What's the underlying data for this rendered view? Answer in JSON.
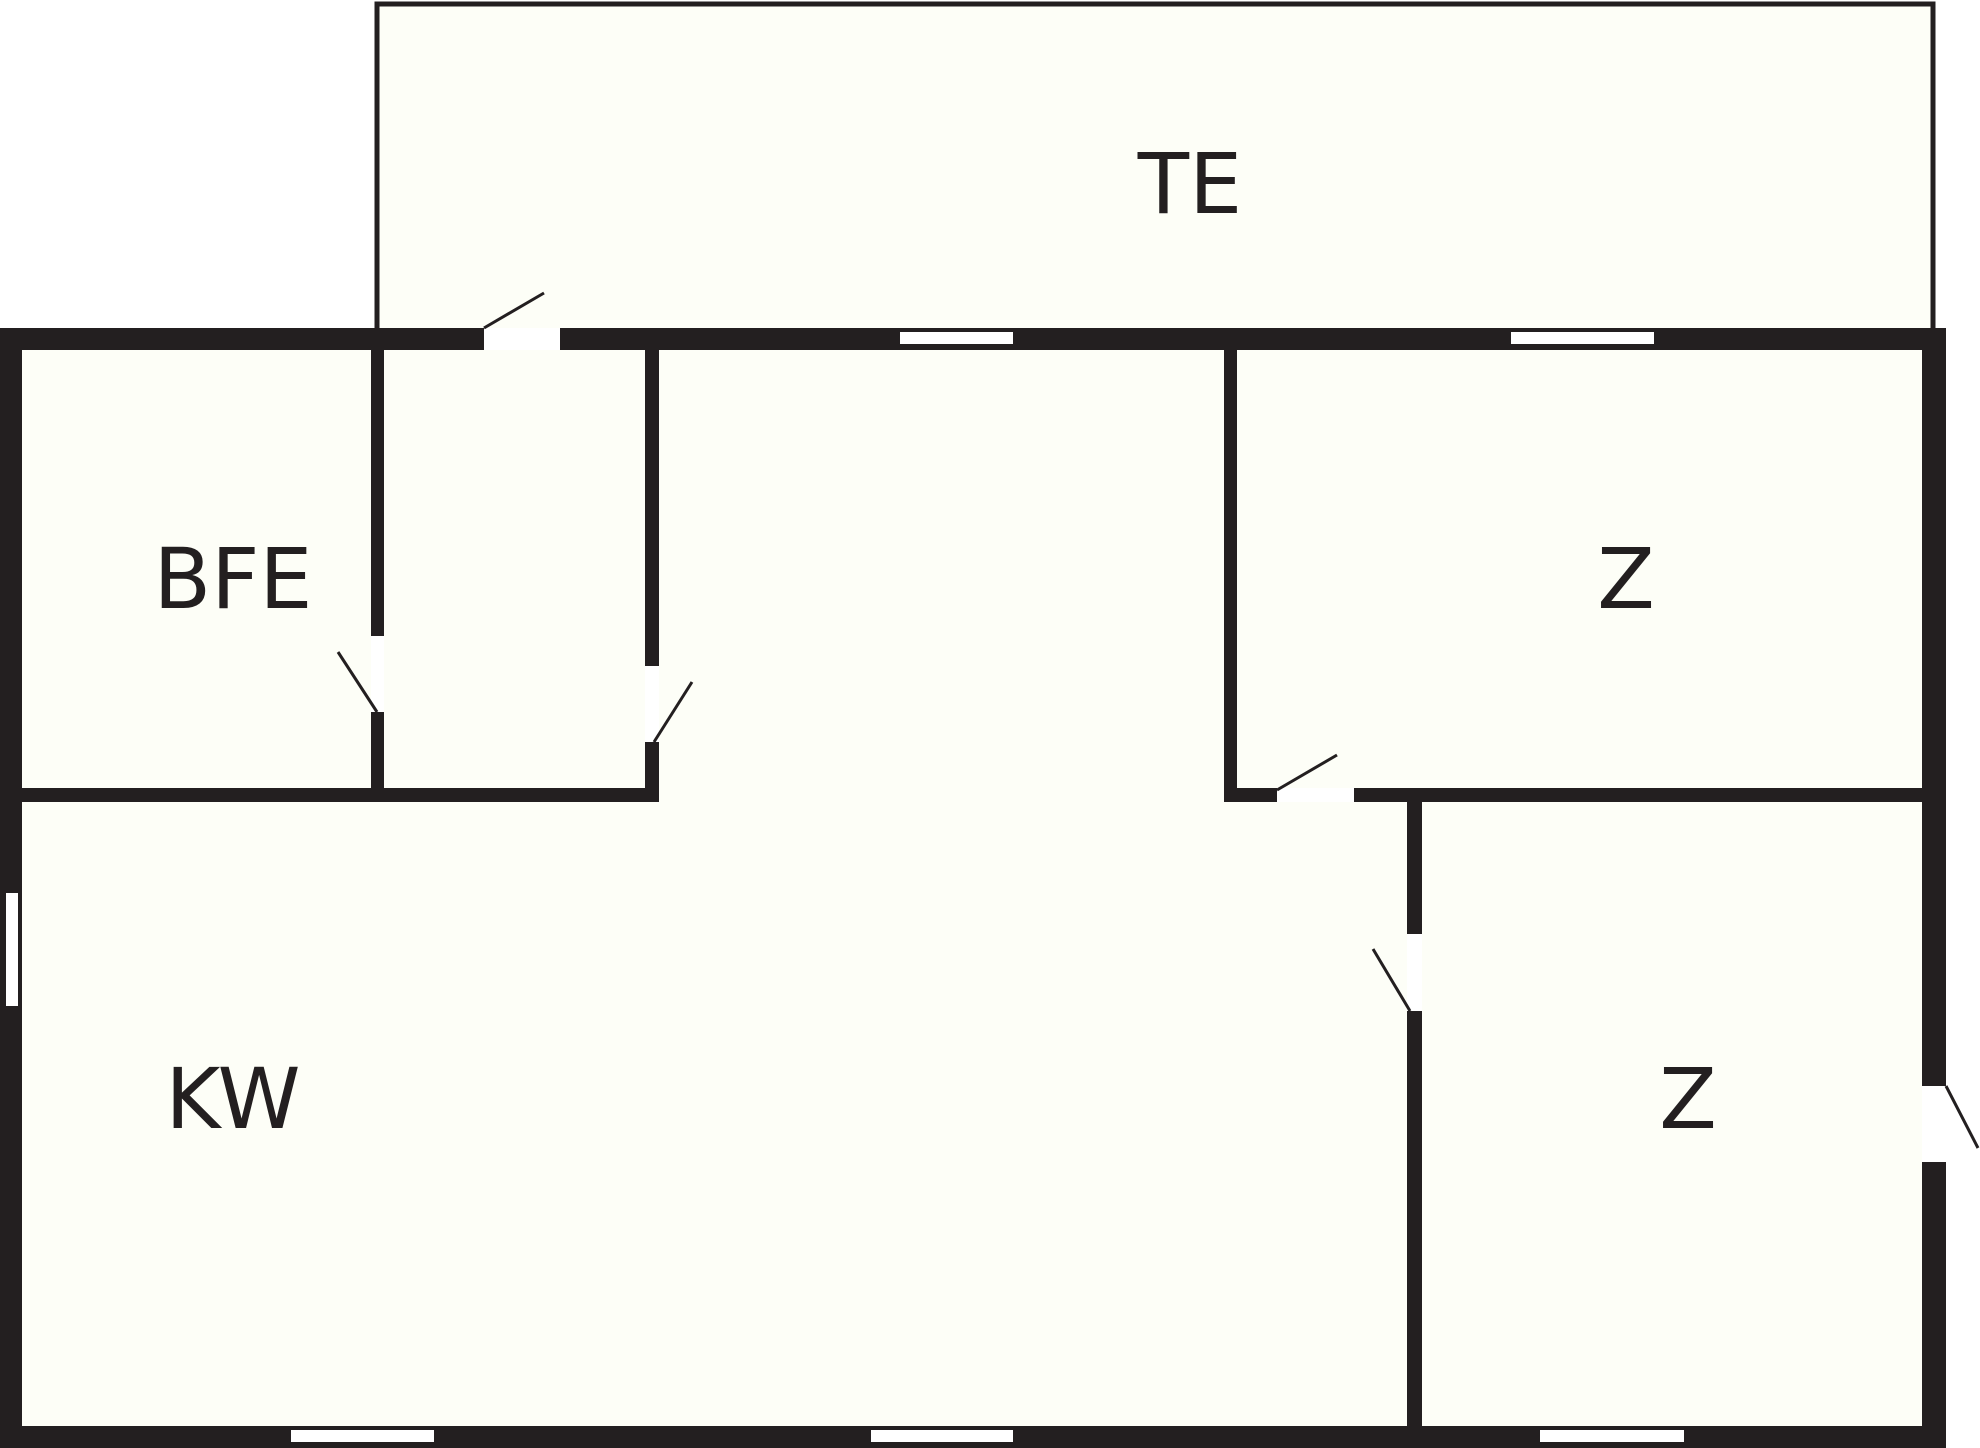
{
  "colors": {
    "wall": "#231f20",
    "floor": "#fdfef7",
    "opening": "#ffffff",
    "door_swing": "#231f20"
  },
  "rooms": {
    "terrace": {
      "label": "TE"
    },
    "bathroom": {
      "label": "BFE"
    },
    "living": {
      "label": "KW"
    },
    "room_top_right": {
      "label": "Z"
    },
    "room_bottom_right": {
      "label": "Z"
    }
  },
  "icons": {
    "door": "door-swing-icon",
    "window": "window-icon"
  }
}
